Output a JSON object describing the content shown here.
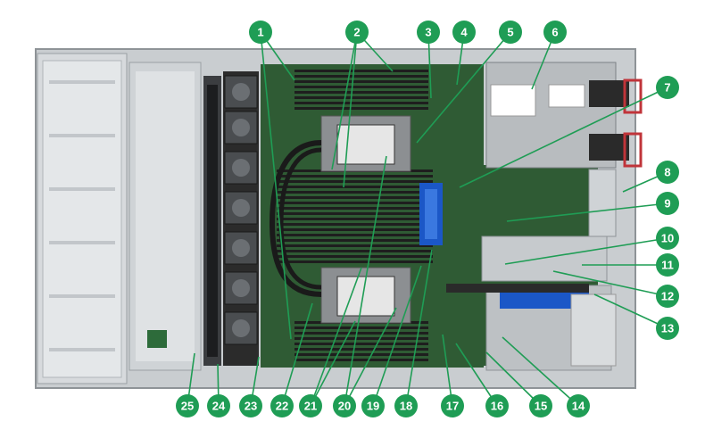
{
  "colors": {
    "callout_fill": "#1f9d55",
    "callout_text": "#ffffff",
    "leader_line": "#1f9d55",
    "pcb": "#2f5b34",
    "chassis": "#bfc3c6",
    "fan": "#2b2b2b",
    "dimm": "#1e1e1e",
    "riser_blue": "#1b57c7"
  },
  "callouts": [
    "1",
    "2",
    "3",
    "4",
    "5",
    "6",
    "7",
    "8",
    "9",
    "10",
    "11",
    "12",
    "13",
    "14",
    "15",
    "16",
    "17",
    "18",
    "19",
    "20",
    "21",
    "22",
    "23",
    "24",
    "25"
  ]
}
